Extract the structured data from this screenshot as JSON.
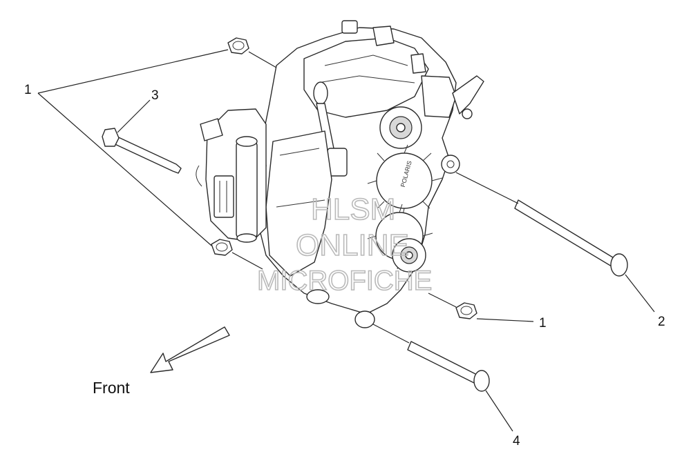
{
  "diagram": {
    "callouts": [
      "1",
      "3",
      "2",
      "1",
      "4"
    ],
    "front_label": "Front",
    "watermark": [
      "HLSM",
      "ONLINE",
      "MICROFICHE"
    ],
    "housing_marking": "POLARIS"
  }
}
